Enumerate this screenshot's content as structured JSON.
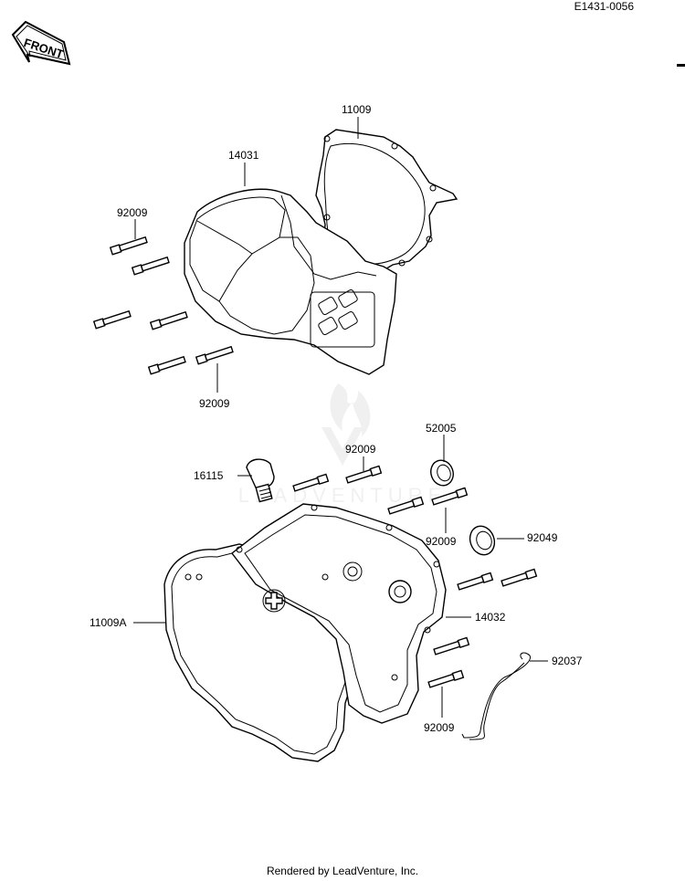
{
  "diagram_id": "E1431-0056",
  "front_badge": "FRONT",
  "watermark": "LEADVENTURE",
  "footer": "Rendered by LeadVenture, Inc.",
  "callouts": [
    {
      "id": "11009",
      "text": "11009"
    },
    {
      "id": "14031",
      "text": "14031"
    },
    {
      "id": "92009a",
      "text": "92009"
    },
    {
      "id": "92009b",
      "text": "92009"
    },
    {
      "id": "52005",
      "text": "52005"
    },
    {
      "id": "92009c",
      "text": "92009"
    },
    {
      "id": "16115",
      "text": "16115"
    },
    {
      "id": "92009d",
      "text": "92009"
    },
    {
      "id": "92049",
      "text": "92049"
    },
    {
      "id": "11009A",
      "text": "11009A"
    },
    {
      "id": "14032",
      "text": "14032"
    },
    {
      "id": "92037",
      "text": "92037"
    },
    {
      "id": "92009e",
      "text": "92009"
    }
  ]
}
